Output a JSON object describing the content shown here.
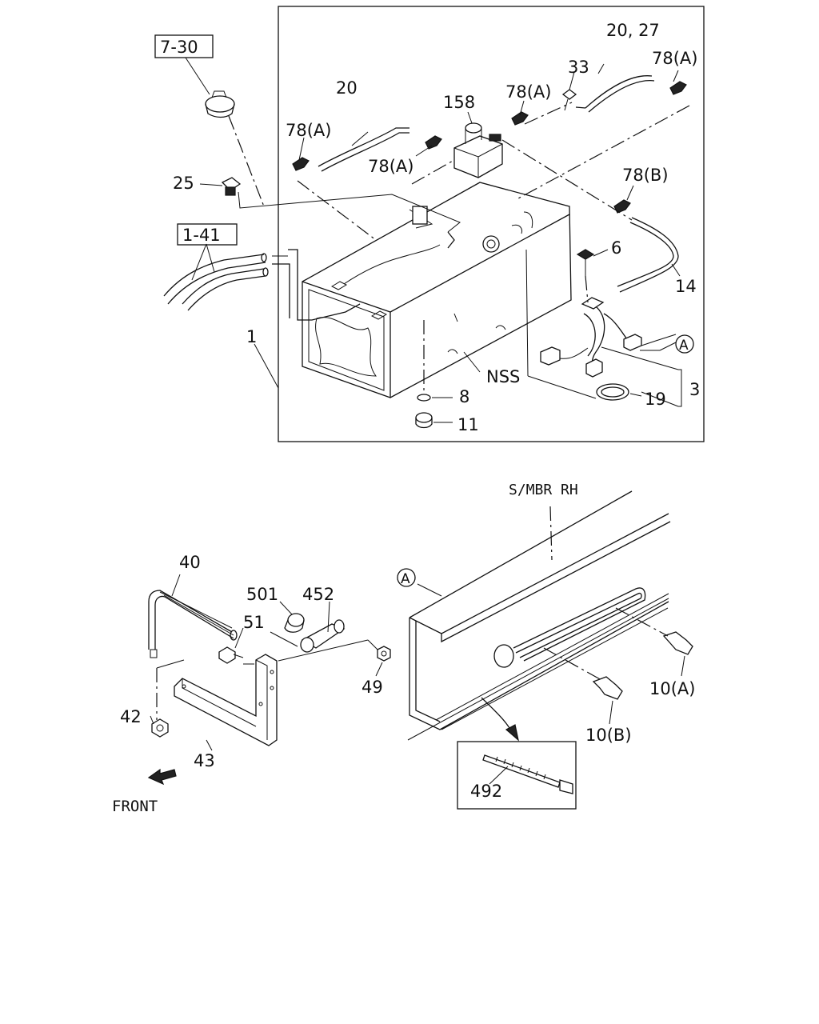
{
  "callouts": {
    "ref_7_30": "7-30",
    "ref_1_41": "1-41",
    "p20": "20",
    "p20_27": "20, 27",
    "p78a_1": "78(A)",
    "p78a_2": "78(A)",
    "p78a_3": "78(A)",
    "p78a_4": "78(A)",
    "p78b": "78(B)",
    "p33": "33",
    "p158": "158",
    "p25": "25",
    "p6": "6",
    "p14": "14",
    "p1": "1",
    "nss": "NSS",
    "p3": "3",
    "p8": "8",
    "p19": "19",
    "p11": "11",
    "circle_a_top": "A",
    "smbr": "S/MBR RH",
    "circle_a_bottom": "A",
    "p40": "40",
    "p501": "501",
    "p452": "452",
    "p51": "51",
    "p49": "49",
    "p42": "42",
    "p43": "43",
    "p10a": "10(A)",
    "p10b": "10(B)",
    "p492": "492",
    "front": "FRONT"
  },
  "icons": {
    "front_arrow": "front-arrow-icon",
    "circle_ref": "circle-reference-icon"
  }
}
